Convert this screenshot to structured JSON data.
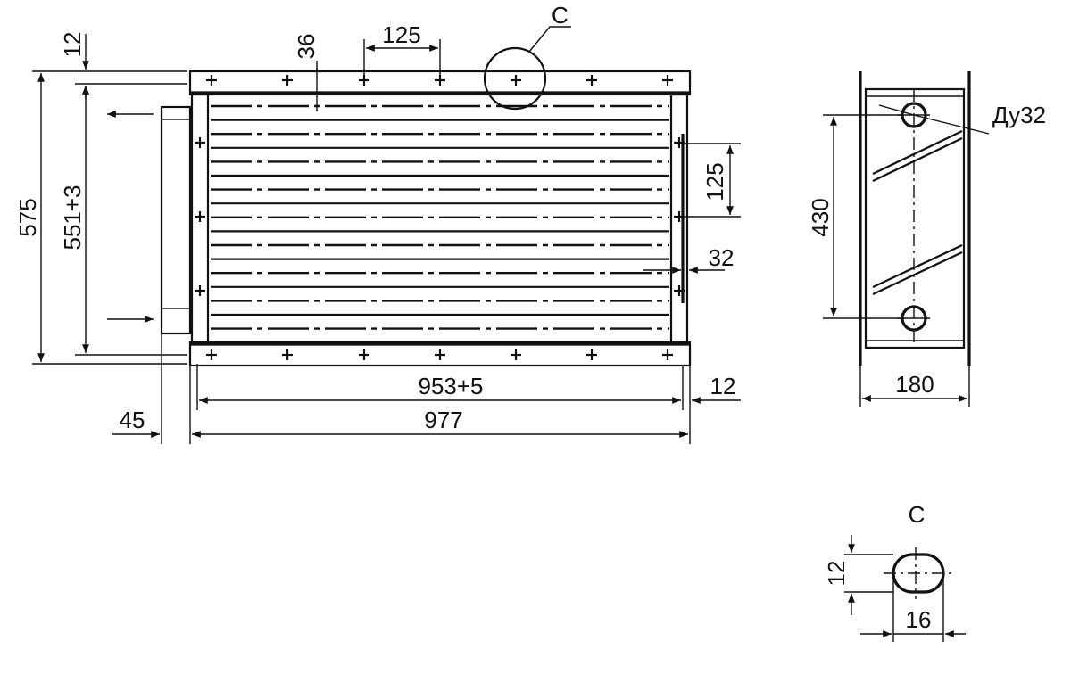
{
  "front_view": {
    "dim_12_top": "12",
    "dim_36": "36",
    "dim_125_top": "125",
    "callout_c": "C",
    "dim_575": "575",
    "dim_551": "551+3",
    "dim_125_right": "125",
    "dim_32": "32",
    "dim_953": "953+5",
    "dim_12_right": "12",
    "dim_45": "45",
    "dim_977": "977"
  },
  "side_view": {
    "label_du32": "Ду32",
    "dim_430": "430",
    "dim_180": "180"
  },
  "detail_view": {
    "title": "C",
    "dim_12": "12",
    "dim_16": "16"
  }
}
